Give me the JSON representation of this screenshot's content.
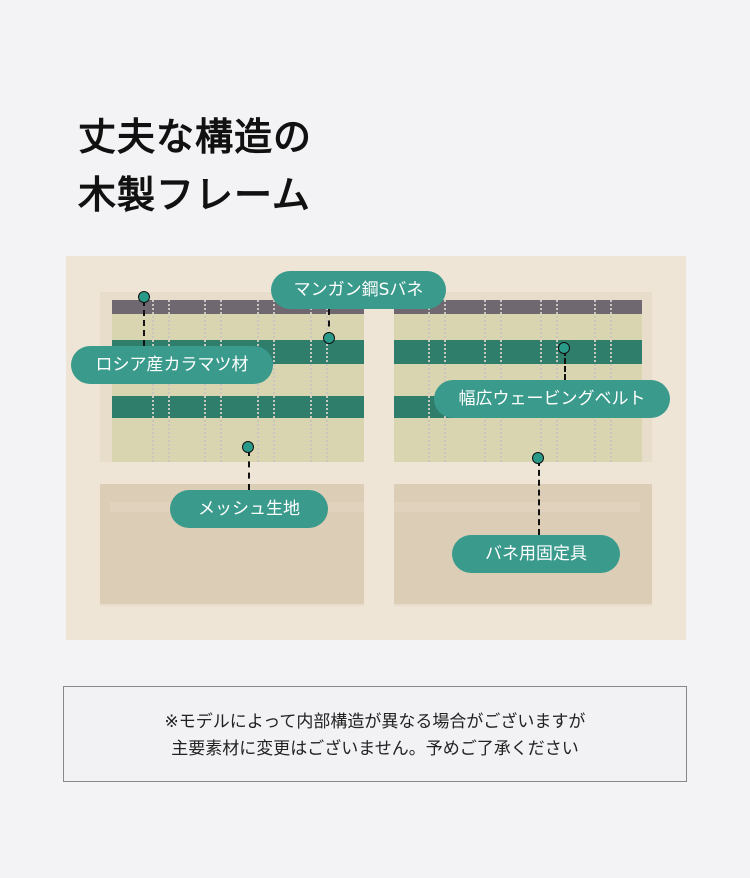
{
  "heading": {
    "line1": "丈夫な構造の",
    "line2": "木製フレーム"
  },
  "labels": {
    "spring": "マンガン鋼Sバネ",
    "larch": "ロシア産カラマツ材",
    "belt": "幅広ウェービングベルト",
    "mesh": "メッシュ生地",
    "fixture": "バネ用固定具"
  },
  "colors": {
    "label_bg": "#3a9a8c",
    "belt": "#2f7e6c",
    "wood": "#e8dccb"
  },
  "note": {
    "line1": "※モデルによって内部構造が異なる場合がございますが",
    "line2": "主要素材に変更はございません。予めご了承ください"
  }
}
